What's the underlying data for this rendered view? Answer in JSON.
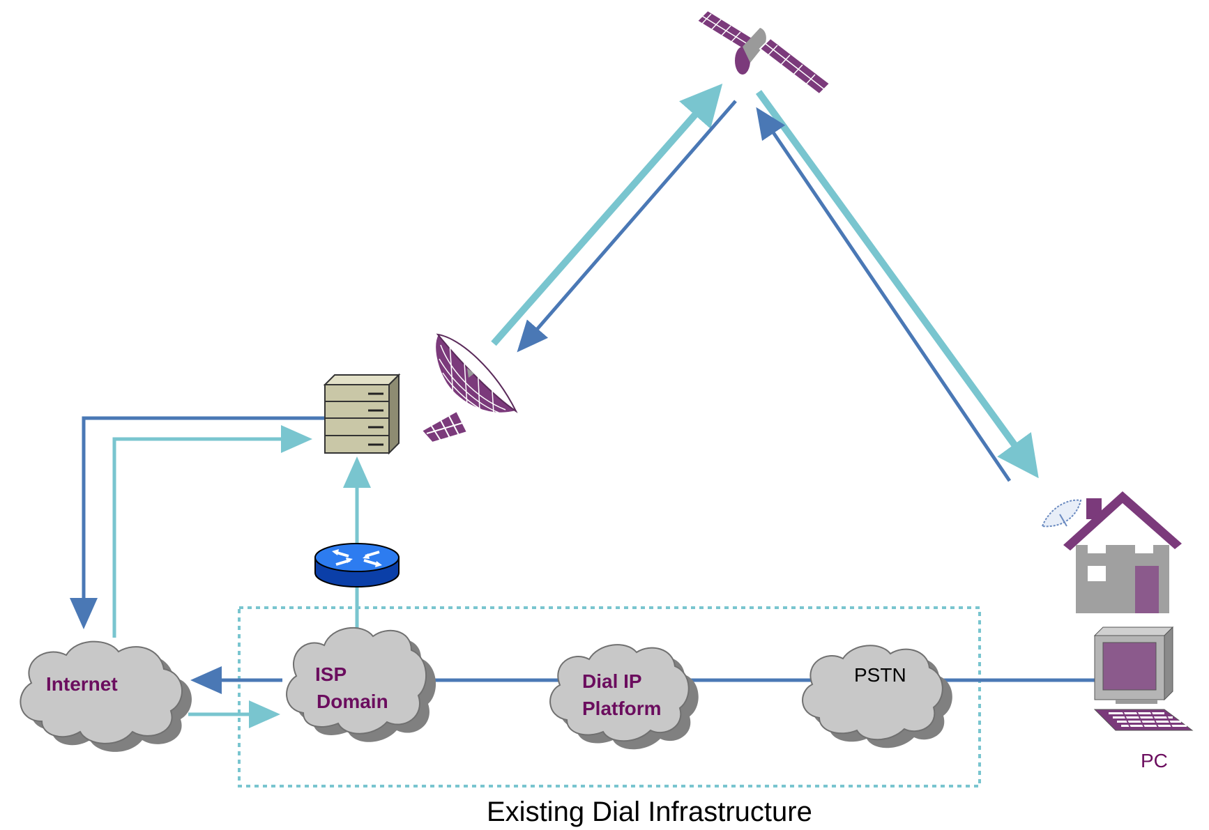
{
  "nodes": {
    "internet": {
      "label": "Internet"
    },
    "isp": {
      "line1": "ISP",
      "line2": "Domain"
    },
    "dialip": {
      "line1": "Dial IP",
      "line2": "Platform"
    },
    "pstn": {
      "label": "PSTN"
    },
    "pc": {
      "label": "PC"
    }
  },
  "caption": "Existing Dial Infrastructure",
  "colors": {
    "dark_link": "#4a78b5",
    "light_link": "#79c5cf",
    "cloud_fill": "#c8c8c8",
    "cloud_shadow": "#808080",
    "label_purple": "#6b0d5e",
    "house_purple": "#8b5a8c",
    "satellite_purple": "#7b3a7b",
    "router_blue": "#1e6fe0",
    "server_beige": "#c9c7a7"
  },
  "icons": [
    "satellite-icon",
    "satellite-dish-icon",
    "server-icon",
    "router-icon",
    "house-icon",
    "pc-icon",
    "cloud-icon"
  ]
}
